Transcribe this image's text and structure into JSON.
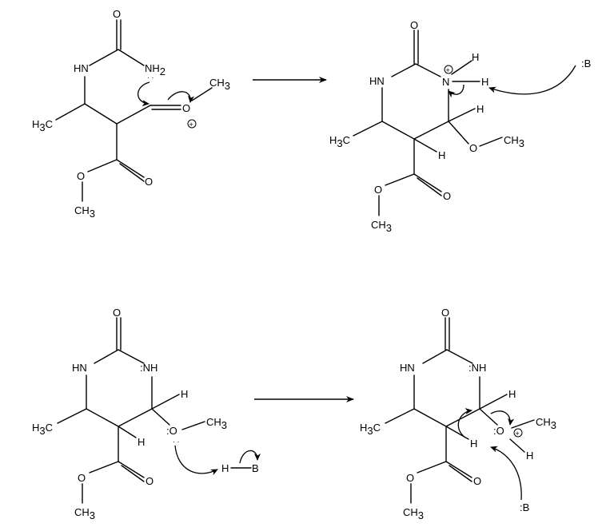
{
  "labels": {
    "O": "O",
    "HN": "HN",
    "NH": "NH",
    "N": "N",
    "NH2_main": "NH",
    "NH2_sub": "2",
    "H3C_main": "H",
    "H3C_sub": "3",
    "H3C_tail": "C",
    "CH3_main": "CH",
    "CH3_sub": "3",
    "H": "H",
    "B": "B",
    "lone_pair": ":",
    "plus": "+"
  }
}
